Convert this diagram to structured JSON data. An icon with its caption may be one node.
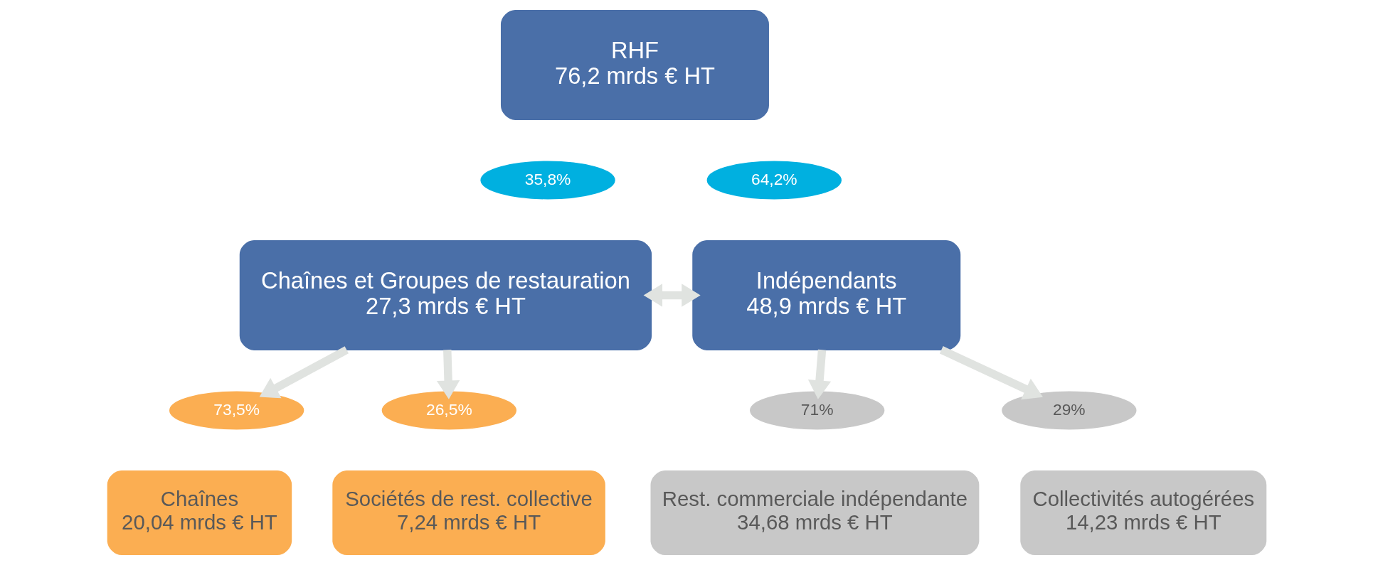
{
  "diagram": {
    "nodes": [
      {
        "text": [
          "RHF",
          "76,2 mrds € HT"
        ]
      },
      {
        "text": [
          "35,8%"
        ]
      },
      {
        "text": [
          "Chaînes et Groupes de restauration",
          "27,3 mrds € HT"
        ]
      },
      {
        "text": [
          "64,2%"
        ]
      },
      {
        "text": [
          "Indépendants",
          "48,9 mrds € HT"
        ]
      },
      {
        "text": [
          "73,5%"
        ]
      },
      {
        "text": [
          "26,5%"
        ]
      },
      {
        "text": [
          "71%"
        ]
      },
      {
        "text": [
          "29%"
        ]
      },
      {
        "text": [
          "Chaînes",
          "20,04 mrds € HT"
        ]
      },
      {
        "text": [
          "Sociétés de rest. collective",
          "7,24 mrds € HT"
        ]
      },
      {
        "text": [
          "Rest. commerciale indépendante",
          "34,68 mrds € HT"
        ]
      },
      {
        "text": [
          "Collectivités autogérées",
          "14,23 mrds € HT"
        ]
      }
    ],
    "edges": [
      {
        "from": 2,
        "to": 4,
        "arrow": "both"
      },
      {
        "from": 2,
        "to": 5,
        "arrow": "to"
      },
      {
        "from": 2,
        "to": 6,
        "arrow": "to"
      },
      {
        "from": 4,
        "to": 7,
        "arrow": "to"
      },
      {
        "from": 4,
        "to": 8,
        "arrow": "to"
      }
    ]
  }
}
